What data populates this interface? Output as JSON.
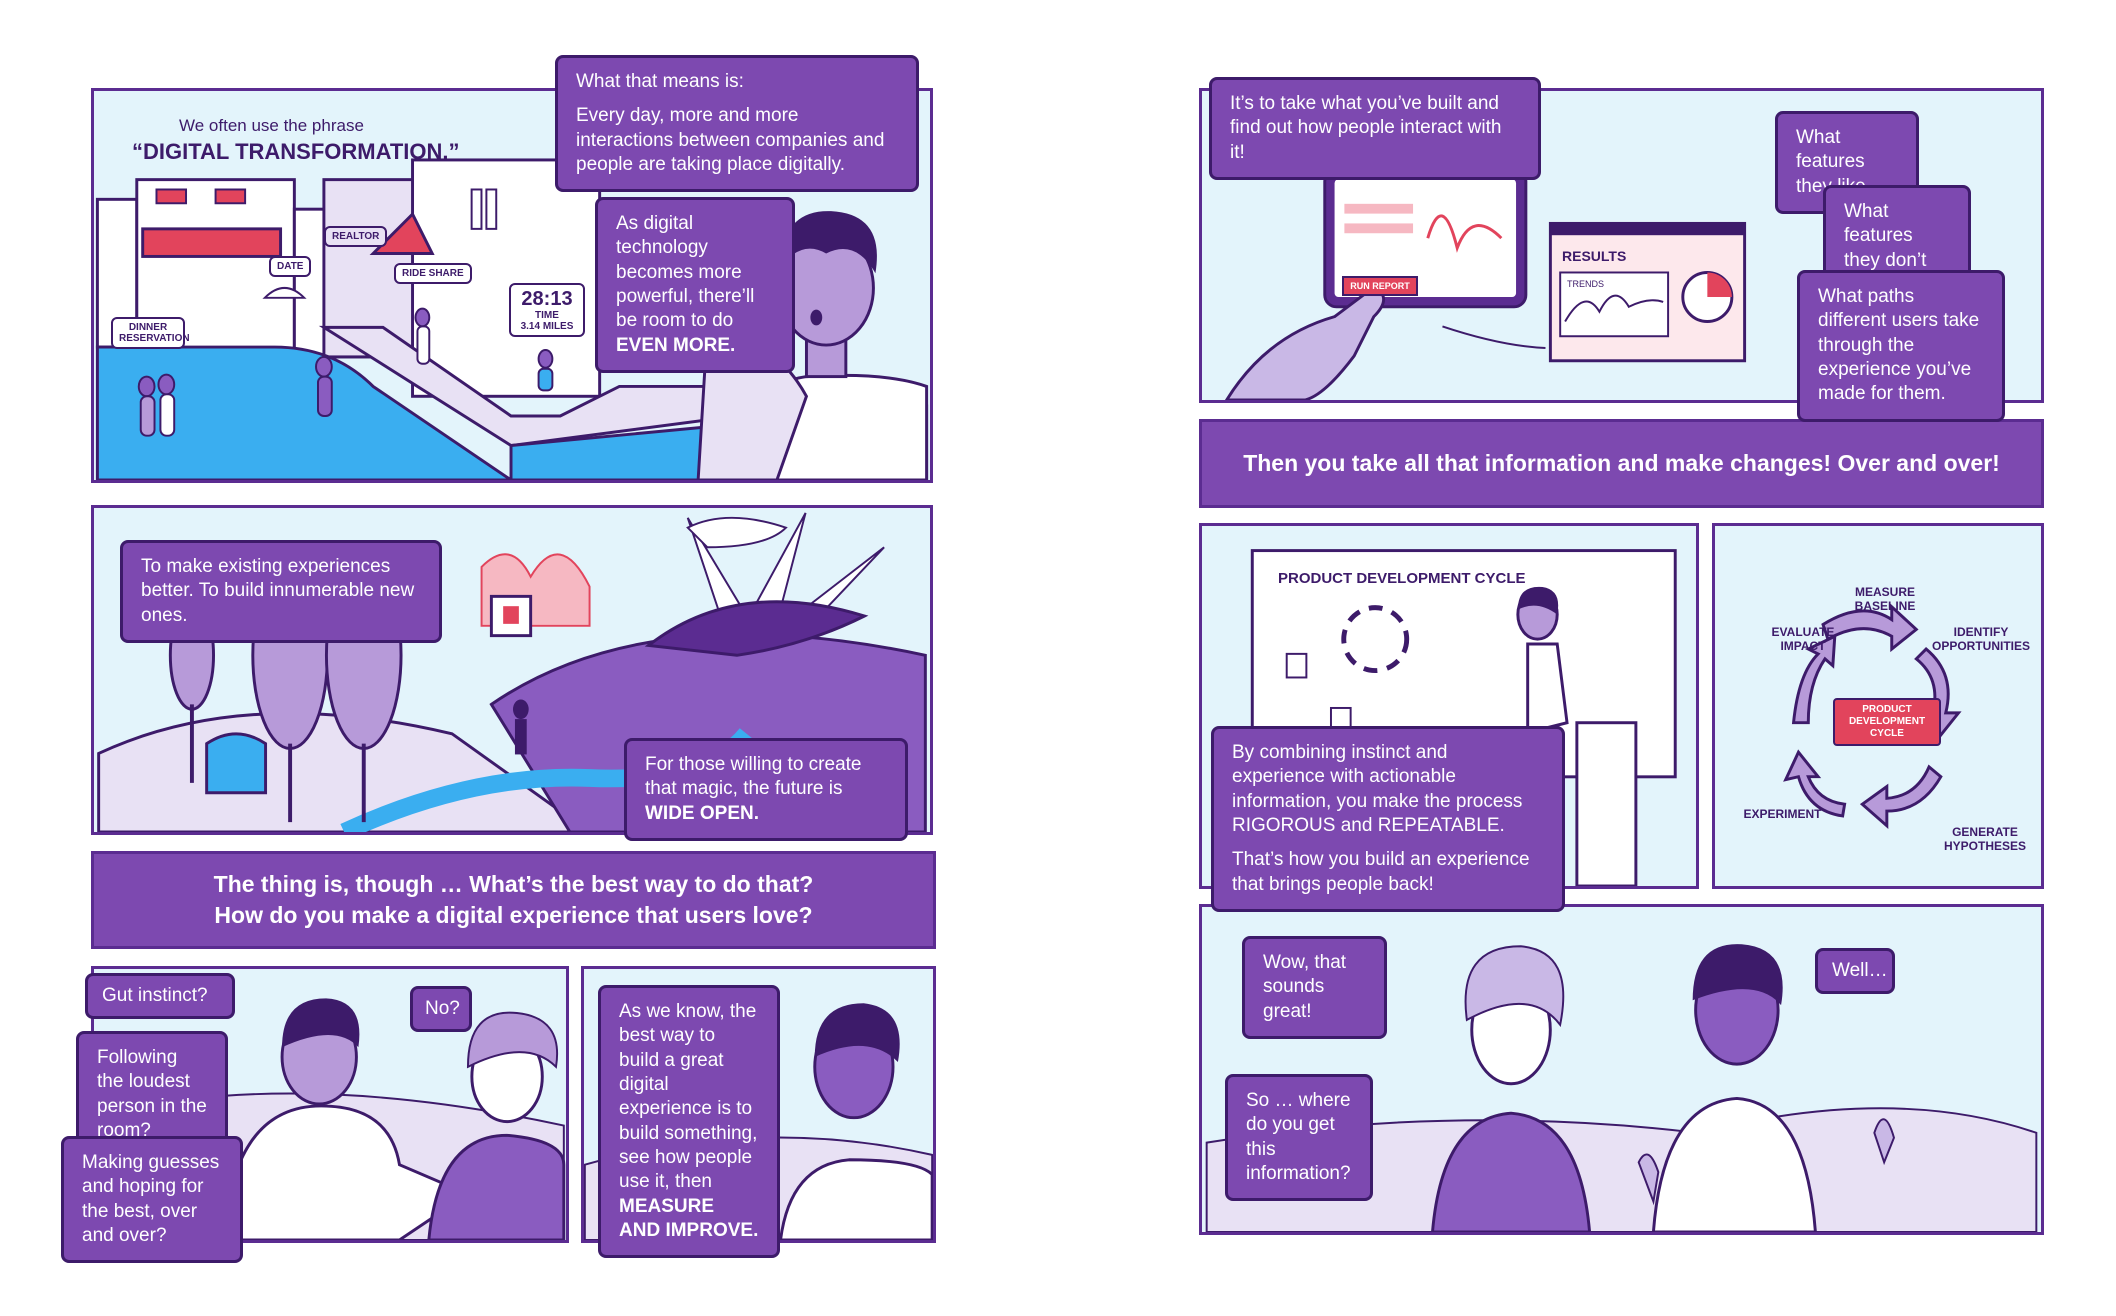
{
  "colors": {
    "ink": "#3d1b6a",
    "purple": "#7d49b0",
    "sky": "#e3f4fb",
    "water": "#3aaef0",
    "accent": "#e2445c",
    "light_purple": "#c9b8e6"
  },
  "left_page": {
    "p1": {
      "phrase_intro": "We often use the phrase",
      "phrase": "“DIGITAL TRANSFORMATION.”",
      "bubble_main_lead": "What that means is:",
      "bubble_main_body": "Every day, more and more interactions between companies and people are taking place digitally.",
      "bubble_tech_prefix": "As digital technology becomes more powerful, there’ll be room to do ",
      "bubble_tech_emph": "EVEN MORE.",
      "tags": {
        "dinner": "DINNER RESERVATION",
        "date": "DATE",
        "realtor": "REALTOR",
        "ride": "RIDE SHARE",
        "time_value": "28:13",
        "time_label": "TIME",
        "miles": "3.14 MILES"
      }
    },
    "p2": {
      "bubble_better": "To make existing experiences better. To build innumerable new ones.",
      "bubble_magic_prefix": "For those willing to create that magic, the future is ",
      "bubble_magic_emph": "WIDE OPEN."
    },
    "banner": {
      "line1": "The thing is, though … What’s the best way to do that?",
      "line2": "How do you make a digital experience that users love?"
    },
    "p3": {
      "gut": "Gut instinct?",
      "loudest": "Following the loudest person in the room?",
      "guesses": "Making guesses and hoping for the best, over and over?",
      "no": "No?"
    },
    "p4": {
      "measure_prefix": "As we know, the best way to build a great digital experience is to build something, see how people use it, then ",
      "measure_emph": "MEASURE AND IMPROVE."
    }
  },
  "right_page": {
    "p5": {
      "bubble_find": "It’s to take what you’ve built and find out how people interact with it!",
      "run_report": "RUN REPORT",
      "results": "RESULTS",
      "trends": "TRENDS",
      "likes": "What features they like.",
      "dislikes": "What features they don’t like.",
      "paths": "What paths different users take through the experience you’ve made for them."
    },
    "banner": "Then you take all that information and make changes! Over and over!",
    "p6": {
      "board_title": "PRODUCT DEVELOPMENT CYCLE",
      "bubble_combine_p1": "By combining instinct and experience with actionable information, you make the process RIGOROUS and REPEATABLE.",
      "bubble_combine_p2": "That’s how you build an experience that brings people back!"
    },
    "cycle": {
      "center": "PRODUCT DEVELOPMENT CYCLE",
      "steps": [
        "MEASURE BASELINE",
        "IDENTIFY OPPORTUNITIES",
        "GENERATE HYPOTHESES",
        "EXPERIMENT",
        "EVALUATE IMPACT"
      ]
    },
    "p7": {
      "wow": "Wow, that sounds great!",
      "well": "Well…",
      "where": "So … where do you get this information?"
    }
  }
}
